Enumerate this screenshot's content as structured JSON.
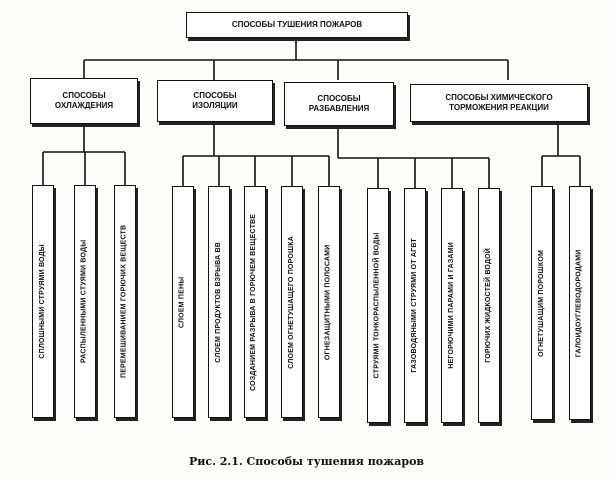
{
  "root": "СПОСОБЫ ТУШЕНИЯ ПОЖАРОВ",
  "categories": [
    {
      "lines": [
        "СПОСОБЫ",
        "ОХЛАЖДЕНИЯ"
      ],
      "leaves": [
        "СПЛОШНЫМИ СТРУЯМИ ВОДЫ",
        "РАСПЫЛЕННЫМИ СТУЯМИ ВОДЫ",
        "ПЕРЕМЕШИВАНИЕМ ГОРЮЧИХ ВЕЩЕСТВ"
      ]
    },
    {
      "lines": [
        "СПОСОБЫ",
        "ИЗОЛЯЦИИ"
      ],
      "leaves": [
        "СЛОЕМ ПЕНЫ",
        "СЛОЕМ ПРОДУКТОВ ВЗРЫВА ВВ",
        "СОЗДАНИЕМ РАЗРЫВА В ГОРЮЧЕМ ВЕЩЕСТВЕ",
        "СЛОЕМ ОГНЕТУШАЩЕГО ПОРОШКА",
        "ОГНЕЗАЩИТНЫМИ ПОЛОСАМИ"
      ]
    },
    {
      "lines": [
        "СПОСОБЫ",
        "РАЗБАВЛЕНИЯ"
      ],
      "leaves": [
        "СТРУЯМИ ТОНКОРАСПЫЛЕННОЙ ВОДЫ",
        "ГАЗОВОДЯНЫМИ СТРУЯМИ ОТ АГВТ",
        "НЕГОРЮЧИМИ ПАРАМИ И ГАЗАМИ",
        "ГОРЮЧИХ ЖИДКОСТЕЙ ВОДОЙ"
      ]
    },
    {
      "lines": [
        "СПОСОБЫ ХИМИЧЕСКОГО",
        "ТОРМОЖЕНИЯ РЕАКЦИИ"
      ],
      "leaves": [
        "ОГНЕТУШАЩИМ ПОРОШКОМ",
        "ГАЛОИДОУГЛЕВОДОРОДАМИ"
      ]
    }
  ],
  "caption": "Рис. 2.1. Способы тушения пожаров"
}
